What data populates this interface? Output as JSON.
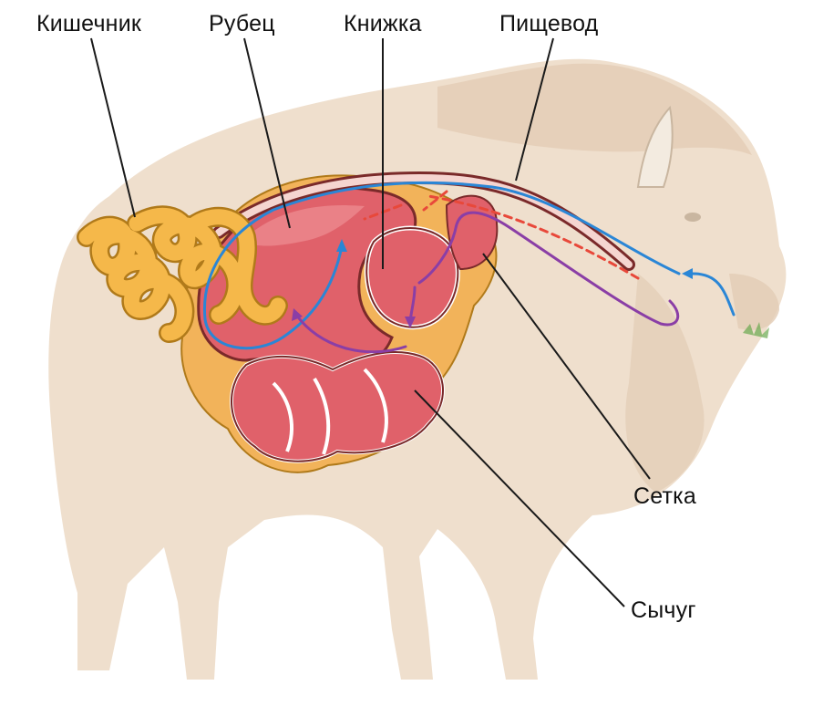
{
  "labels": {
    "intestine": "Кишечник",
    "rumen": "Рубец",
    "omasum": "Книжка",
    "esophagus": "Пищевод",
    "reticulum": "Сетка",
    "abomasum": "Сычуг"
  },
  "colors": {
    "background": "#ffffff",
    "animal_body": "#ecd9c4",
    "animal_shadow": "#dfc6ae",
    "stomach_fill": "#e0616a",
    "stomach_light": "#ee8f94",
    "stomach_outline": "#7a2a2a",
    "intestine": "#f5b84a",
    "intestine_outline": "#b07a1a",
    "fat_layer": "#f2b35a",
    "food_path_blue": "#2a86d6",
    "food_path_purple": "#8a3ea6",
    "food_path_red": "#e8483a",
    "leader_line": "#1a1a1a"
  },
  "icons": {
    "animal": "bison-silhouette",
    "flow_arrows": "digestive-flow-arrows"
  }
}
